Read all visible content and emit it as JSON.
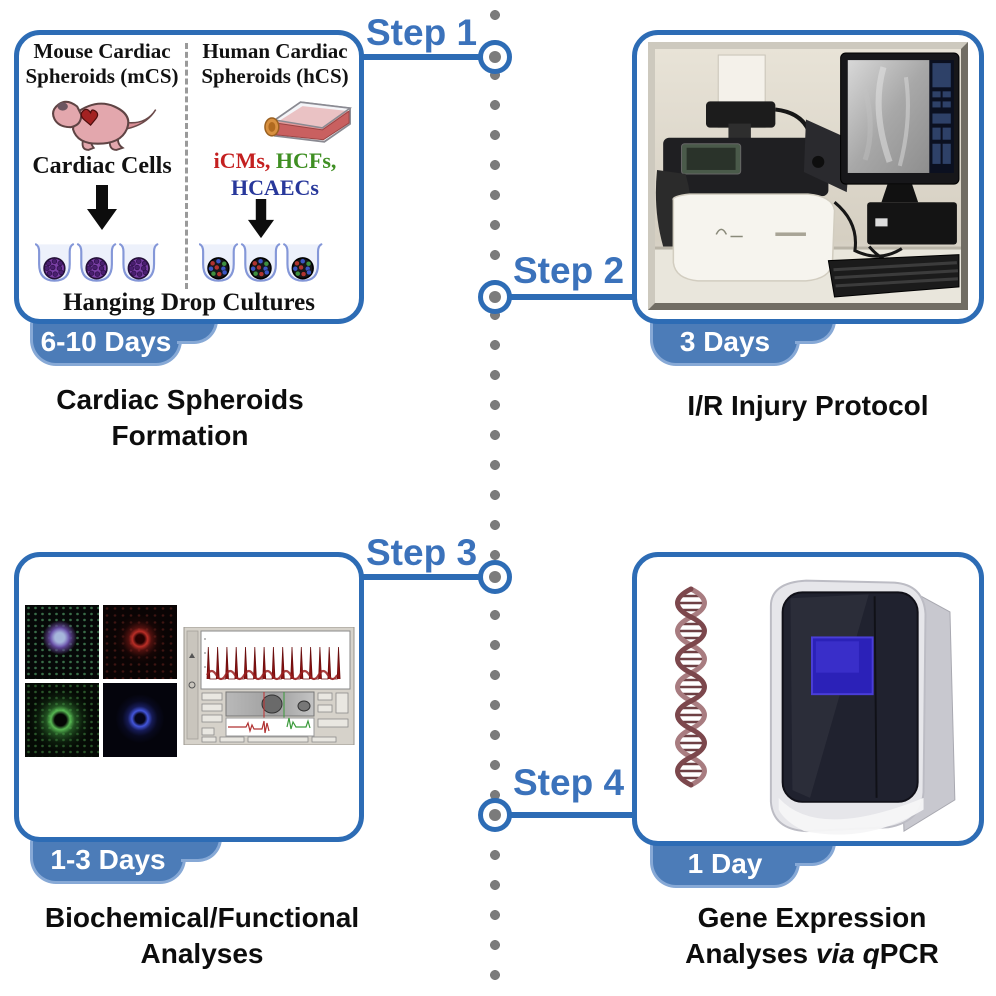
{
  "timeline": {
    "steps": [
      "Step 1",
      "Step 2",
      "Step 3",
      "Step 4"
    ]
  },
  "panel_formation": {
    "left_heading_1": "Mouse Cardiac",
    "left_heading_2": "Spheroids (mCS)",
    "left_cells_label": "Cardiac Cells",
    "right_heading_1": "Human Cardiac",
    "right_heading_2": "Spheroids (hCS)",
    "cell_types": {
      "icms": "iCMs,",
      "hcfs": "HCFs,",
      "hcaecs": "HCAECs"
    },
    "culture_label": "Hanging Drop Cultures",
    "badge": "6-10 Days",
    "caption_1": "Cardiac Spheroids",
    "caption_2": "Formation"
  },
  "panel_injury": {
    "badge": "3 Days",
    "caption": "I/R Injury Protocol"
  },
  "panel_analyses": {
    "badge": "1-3 Days",
    "caption_1": "Biochemical/Functional",
    "caption_2": "Analyses"
  },
  "panel_qpcr": {
    "badge": "1 Day",
    "caption_1": "Gene Expression",
    "caption_2_pre": "Analyses ",
    "caption_2_italic": "via q",
    "caption_2_post": "PCR"
  },
  "colors": {
    "accent_blue": "#2d6cb5",
    "step_label_blue": "#3b72bb",
    "badge_blue": "#4c7cb8",
    "icm_red": "#c42020",
    "hcf_green": "#3f8f23",
    "hcaec_blue": "#28389b",
    "timeline_dot_gray": "#7b7b7b"
  }
}
